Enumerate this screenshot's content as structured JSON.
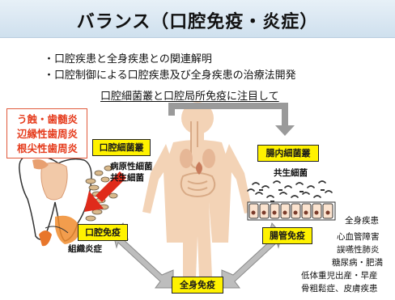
{
  "title": "バランス（口腔免疫・炎症）",
  "bullets": [
    "・口腔疾患と全身疾患との関連解明",
    "・口腔制御による口腔疾患及び全身疾患の治療法開発"
  ],
  "focus": "口腔細菌叢と口腔局所免疫に注目して",
  "oral_diseases": [
    "う蝕・歯髄炎",
    "辺縁性歯周炎",
    "根尖性歯周炎"
  ],
  "oral_flora": {
    "label": "口腔細菌叢",
    "sub": [
      "病原性細菌",
      "共生細菌"
    ]
  },
  "oral_immunity": "口腔免疫",
  "tissue_inflammation": "組織炎症",
  "gut_flora": {
    "label": "腸内細菌叢",
    "sub": "共生細菌"
  },
  "gut_immunity": "腸管免疫",
  "systemic_immunity": "全身免疫",
  "systemic_diseases": {
    "title": "全身疾患",
    "items": [
      "心血管障害",
      "誤嚥性肺炎",
      "糖尿病・肥満",
      "低体重児出産・早産",
      "骨粗鬆症、皮膚疾患"
    ]
  },
  "colors": {
    "highlight_box": "#fff200",
    "alert_red": "#e53b1c",
    "body_silhouette": "#f3d3b6",
    "arrow_gray": "#8a8a8a"
  }
}
